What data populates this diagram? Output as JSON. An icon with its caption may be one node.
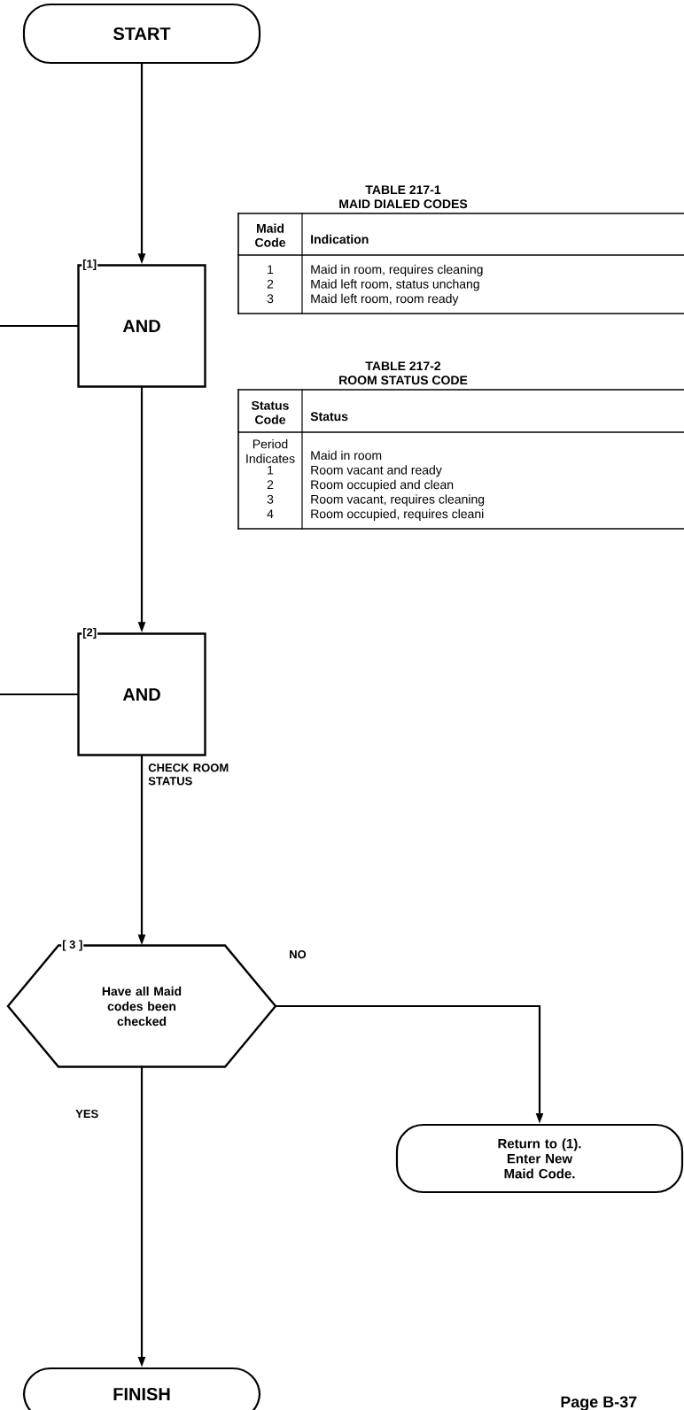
{
  "diagram": {
    "nodes": [
      {
        "text": [
          "START"
        ]
      },
      {
        "text": [
          "[1]",
          "AND"
        ]
      },
      {
        "text": [
          "[2]",
          "AND"
        ]
      },
      {
        "text": [
          "[ 3 ]",
          "Have all Maid codes been checked"
        ]
      },
      {
        "text": [
          "Return to (1). Enter New Maid Code."
        ]
      },
      {
        "text": [
          "FINISH"
        ]
      }
    ],
    "edges": [
      {
        "from": 0,
        "to": 1,
        "arrow": "to"
      },
      {
        "from": null,
        "to": 1,
        "arrow": "none"
      },
      {
        "from": 1,
        "to": 2,
        "arrow": "to"
      },
      {
        "from": null,
        "to": 2,
        "arrow": "none"
      },
      {
        "from": 2,
        "to": 3,
        "arrow": "to",
        "label": "CHECK ROOM STATUS"
      },
      {
        "from": 3,
        "to": 4,
        "arrow": "to",
        "label": "NO"
      },
      {
        "from": 3,
        "to": 5,
        "arrow": "to",
        "label": "YES"
      }
    ],
    "labels": [
      "TABLE 217-1",
      "MAID DIALED CODES",
      "Maid Code",
      "Indication",
      "1",
      "Maid in room, requires cleaning",
      "2",
      "Maid left room, status unchang",
      "3",
      "Maid left room, room ready",
      "TABLE 217-2",
      "ROOM STATUS CODE",
      "Status Code",
      "Status",
      "Period Indicates",
      "Maid in room",
      "1",
      "Room vacant and ready",
      "2",
      "Room occupied and clean",
      "3",
      "Room vacant, requires cleaning",
      "4",
      "Room occupied, requires cleani",
      "Page B-37"
    ]
  }
}
